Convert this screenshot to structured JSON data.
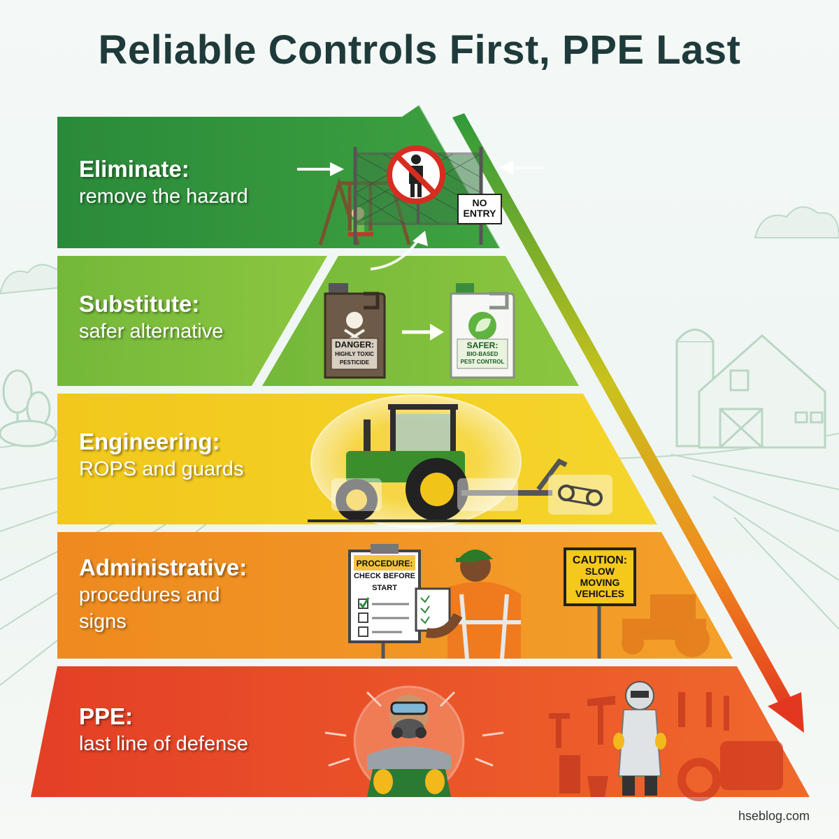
{
  "title": "Reliable Controls First, PPE Last",
  "tiers": [
    {
      "id": "eliminate",
      "heading": "Eliminate:",
      "lines": [
        "remove the hazard"
      ],
      "color": "#2e8b3c"
    },
    {
      "id": "substitute",
      "heading": "Substitute:",
      "lines": [
        "safer alternative"
      ],
      "color": "#7cbf3a"
    },
    {
      "id": "engineering",
      "heading": "Engineering:",
      "lines": [
        "ROPS and guards"
      ],
      "color": "#f0c419"
    },
    {
      "id": "administrative",
      "heading": "Administrative:",
      "lines": [
        "procedures and",
        "signs"
      ],
      "color": "#f08c1e"
    },
    {
      "id": "ppe",
      "heading": "PPE:",
      "lines": [
        "last line of defense"
      ],
      "color": "#e8452a"
    }
  ],
  "signs": {
    "no_entry": [
      "NO",
      "ENTRY"
    ],
    "danger_jug": [
      "DANGER:",
      "HIGHLY TOXIC",
      "PESTICIDE"
    ],
    "safer_jug": [
      "SAFER:",
      "BIO-BASED",
      "PEST CONTROL"
    ],
    "procedure": [
      "PROCEDURE:",
      "CHECK BEFORE",
      "START"
    ],
    "caution": [
      "CAUTION:",
      "SLOW",
      "MOVING",
      "VEHICLES"
    ]
  },
  "credit": "hseblog.com"
}
